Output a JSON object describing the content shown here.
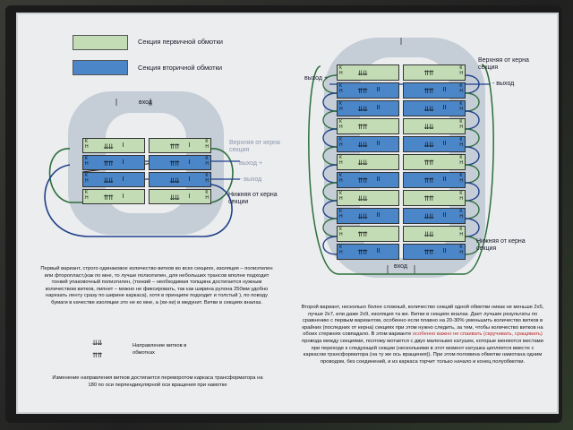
{
  "legend": {
    "primary_label": "Секция первичной обмотки",
    "secondary_label": "Секция вторичной обмотки",
    "primary_color": "#c3dcb5",
    "secondary_color": "#4a86c8"
  },
  "left": {
    "input_label": "вход",
    "top_label": "Верхняя от керна секция",
    "bottom_label": "Нижняя от керна секции",
    "out_plus": "выход +",
    "out_minus": "- выход",
    "rows": [
      {
        "type": "primary",
        "left_sym": "⇊⇊",
        "left_num": "I",
        "right_sym": "⇈⇈",
        "right_num": "I"
      },
      {
        "type": "secondary",
        "left_sym": "⇈⇈",
        "left_num": "I",
        "right_sym": "⇈⇈",
        "right_num": "I"
      },
      {
        "type": "secondary",
        "left_sym": "⇊⇊",
        "left_num": "I",
        "right_sym": "⇊⇊",
        "right_num": "I"
      },
      {
        "type": "primary",
        "left_sym": "⇈⇈",
        "left_num": "I",
        "right_sym": "⇊⇊",
        "right_num": "I"
      }
    ],
    "description": "Первый вариант, строго одинаковое количество витков во всех секциях, изоляция – полиэтилен или фторопласт,(как по мне, то лучше полиэтилен, для небольших трансов вполне подходит тонкий упаковочный полиэтилен, (тонкий – необходимая толщина достигается нужным количеством витков, липнет – можно не фиксировать, так как ширина рулона 250мм удобно нарезать ленту сразу по ширине каркаса), хотя в принципе подходит и толстый ), по поводу бумаги в качестве изоляции это не ко мне, а (хи-хи) в медунит. Витки в секциях вналаз.",
    "direction_label": "Направление витков в обмотках",
    "direction_sym_down": "⇊⇊",
    "direction_sym_up": "⇈⇈",
    "bottom_note": "Изменение направления витков достигается переворотом каркаса трансформатора на 180 по оси перпендикулярной оси вращения при намотке"
  },
  "right": {
    "top_label": "Верхняя от керна секция",
    "bottom_label": "Нижняя от керна секция",
    "out_plus": "выход +",
    "out_minus": "- выход",
    "input_label": "вход",
    "rows": [
      {
        "type": "primary",
        "left_sym": "⇊⇊",
        "left_num": "",
        "right_sym": "⇈⇈",
        "right_num": ""
      },
      {
        "type": "secondary",
        "left_sym": "⇈⇈",
        "left_num": "II",
        "right_sym": "⇈⇈",
        "right_num": "II"
      },
      {
        "type": "secondary",
        "left_sym": "⇊⇊",
        "left_num": "II",
        "right_sym": "⇊⇊",
        "right_num": "II"
      },
      {
        "type": "primary",
        "left_sym": "⇈⇈",
        "left_num": "",
        "right_sym": "⇊⇊",
        "right_num": ""
      },
      {
        "type": "secondary",
        "left_sym": "⇊⇊",
        "left_num": "II",
        "right_sym": "⇊⇊",
        "right_num": "II"
      },
      {
        "type": "primary",
        "left_sym": "⇊⇊",
        "left_num": "",
        "right_sym": "⇈⇈",
        "right_num": ""
      },
      {
        "type": "secondary",
        "left_sym": "⇈⇈",
        "left_num": "II",
        "right_sym": "⇈⇈",
        "right_num": "II"
      },
      {
        "type": "primary",
        "left_sym": "⇊⇊",
        "left_num": "",
        "right_sym": "⇈⇈",
        "right_num": ""
      },
      {
        "type": "secondary",
        "left_sym": "⇊⇊",
        "left_num": "II",
        "right_sym": "⇊⇊",
        "right_num": "II"
      },
      {
        "type": "primary",
        "left_sym": "⇈⇈",
        "left_num": "",
        "right_sym": "⇊⇊",
        "right_num": ""
      },
      {
        "type": "secondary",
        "left_sym": "⇈⇈",
        "left_num": "II",
        "right_sym": "⇈⇈",
        "right_num": "II"
      }
    ],
    "description_a": "Второй вариант, несколько более сложный, количество секций одной обмотки никак не меньше 2х5, лучше 2х7, или даже 2х9, изоляция та же. Витки в секциях вналаз. Дает лучшие результаты по сравнению с первым вариантом, особенно если плавно на 20-30% уменьшить количество витков в крайних (последних от керна) секциях при этом нужно следить, за тем, чтобы количество витков на обоих стержнях совпадало. В этом варианте",
    "description_red": "особенно важно не спаивать (скручивать, сращивать)",
    "description_b": "провода между секциями, поэтому мотается с двух маленьких катушек, которые меняются местами при переходе к следующей секции (несколькими в этот момент катушка цепляется вместе с каркасом трансформатора (на ту же ось вращения)). При этом половина обмотки намотана одним проводом, без соединений, и из каркаса торчит только начало и конец полуобмотки."
  },
  "kh_letters": "К Н"
}
